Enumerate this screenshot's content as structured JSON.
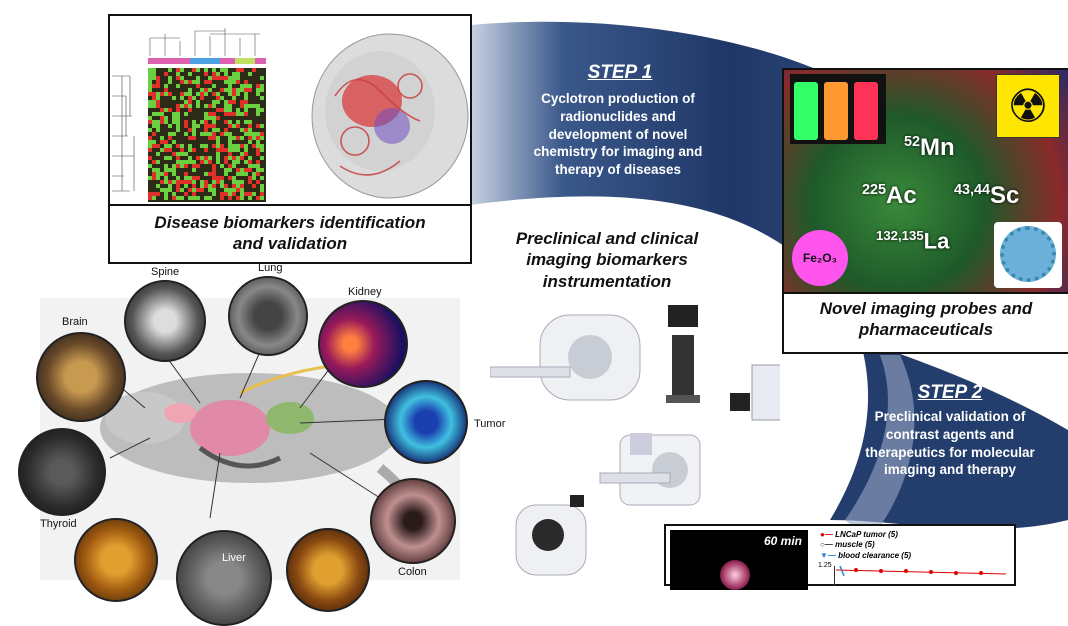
{
  "step1": {
    "title": "STEP 1",
    "text": "Cyclotron production of radionuclides and development of novel chemistry for imaging and therapy of diseases"
  },
  "step2": {
    "title": "STEP 2",
    "text": "Preclinical validation of contrast agents and therapeutics for molecular imaging and therapy"
  },
  "biomarkers_caption": "Disease biomarkers identification and validation",
  "imaging_caption": "Preclinical and clinical imaging biomarkers instrumentation",
  "probes_caption": "Novel imaging probes and pharmaceuticals",
  "organs": {
    "spine": "Spine",
    "lung": "Lung",
    "kidney": "Kidney",
    "brain": "Brain",
    "tumor": "Tumor",
    "thyroid": "Thyroid",
    "liver": "Liver",
    "colon": "Colon"
  },
  "probes": {
    "mn_mass": "52",
    "mn_symbol": "Mn",
    "ac_mass": "225",
    "ac_symbol": "Ac",
    "sc_mass": "43,44",
    "sc_symbol": "Sc",
    "la_mass": "132,135",
    "la_symbol": "La",
    "fe_label": "Fe₂O₃"
  },
  "pet_time": "60 min",
  "legend": {
    "items": [
      "LNCaP tumor (5)",
      "muscle (5)",
      "blood clearance (5)"
    ],
    "ytick": "1.25"
  },
  "colors": {
    "arc_dark": "#1f3767",
    "arc_mid": "#3c5a8c",
    "arc_light": "#9aa9c4"
  }
}
